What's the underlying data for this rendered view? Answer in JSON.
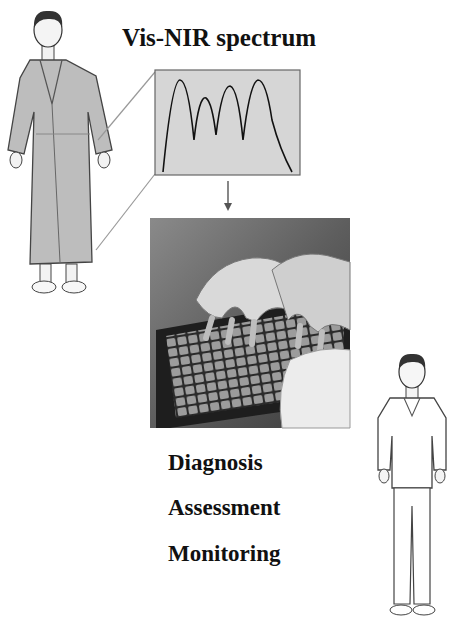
{
  "diagram": {
    "labels": [
      "Vis-NIR spectrum",
      "Diagnosis",
      "Assessment",
      "Monitoring"
    ]
  }
}
